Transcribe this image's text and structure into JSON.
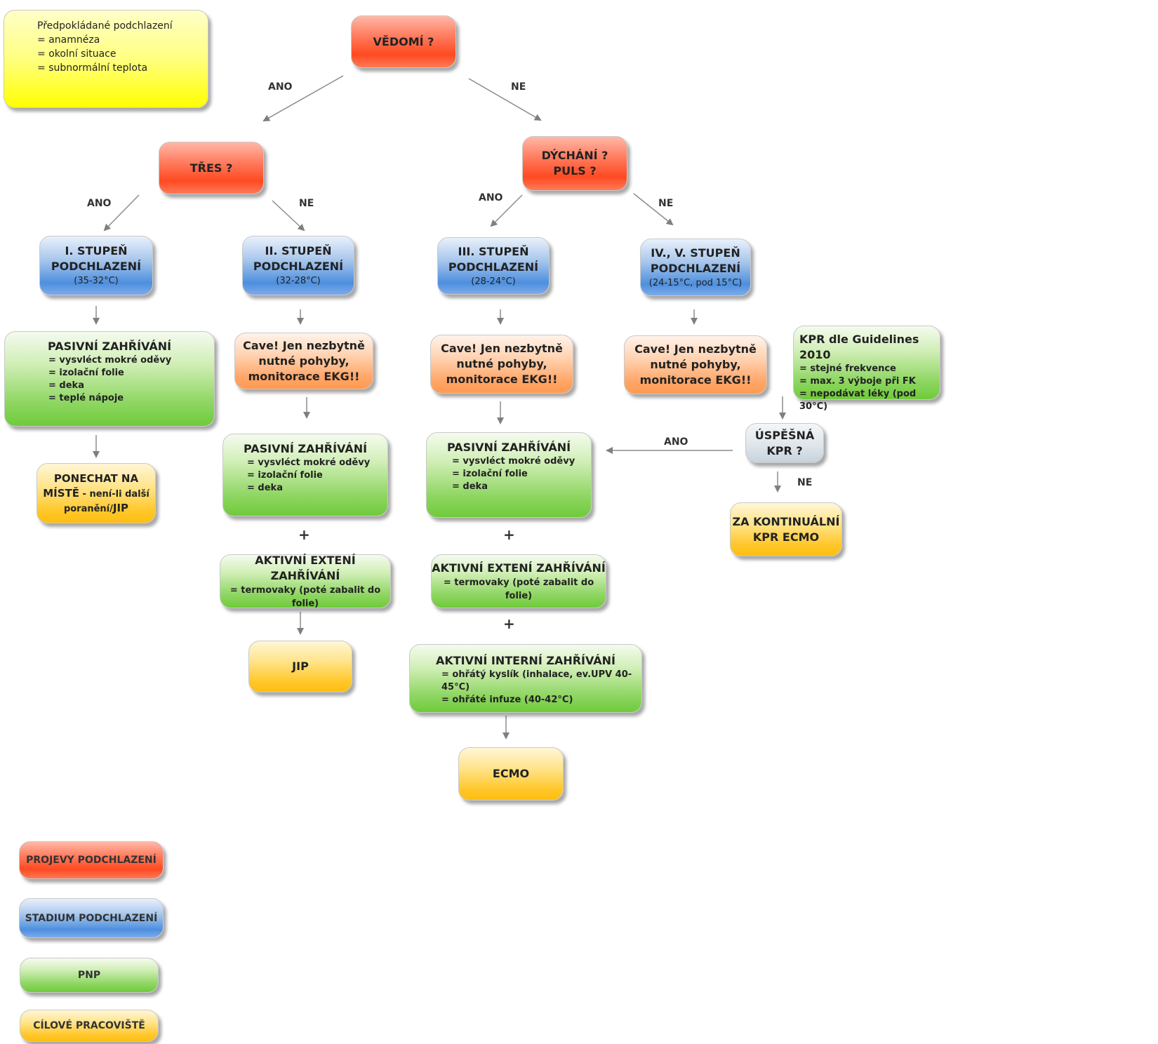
{
  "note": {
    "title": "Předpokládané podchlazení",
    "items": [
      "anamnéza",
      "okolní situace",
      "subnormální teplota"
    ]
  },
  "q_consciousness": "VĚDOMÍ ?",
  "q_shivering": "TŘES ?",
  "q_breathing": {
    "line1": "DÝCHÁNÍ ?",
    "line2": "PULS ?"
  },
  "labels": {
    "yes": "ANO",
    "no": "NE"
  },
  "stage1": {
    "line1": "I. STUPEŇ",
    "line2": "PODCHLAZENÍ",
    "range": "(35-32°C)"
  },
  "stage2": {
    "line1": "II. STUPEŇ",
    "line2": "PODCHLAZENÍ",
    "range": "(32-28°C)"
  },
  "stage3": {
    "line1": "III. STUPEŇ",
    "line2": "PODCHLAZENÍ",
    "range": "(28-24°C)"
  },
  "stage45": {
    "line1": "IV., V. STUPEŇ",
    "line2": "PODCHLAZENÍ",
    "range": "(24-15°C, pod 15°C)"
  },
  "passive1": {
    "title": "PASIVNÍ ZAHŘÍVÁNÍ",
    "items": [
      "vysvléct mokré oděvy",
      "izolační folie",
      "deka",
      "teplé nápoje"
    ]
  },
  "passive2": {
    "title": "PASIVNÍ ZAHŘÍVÁNÍ",
    "items": [
      "vysvléct mokré oděvy",
      "izolační folie",
      "deka"
    ]
  },
  "passive3": {
    "title": "PASIVNÍ ZAHŘÍVÁNÍ",
    "items": [
      "vysvléct mokré oděvy",
      "izolační folie",
      "deka"
    ]
  },
  "cave": {
    "line1": "Cave! Jen nezbytně",
    "line2": "nutné pohyby,",
    "line3": "monitorace EKG!!"
  },
  "leave": {
    "line1": "PONECHAT NA",
    "line2a": "MÍSTĚ",
    "line2b": " - není-li další",
    "line3a": "poranění/",
    "line3b": "JIP"
  },
  "active_ext": {
    "title": "AKTIVNÍ EXTENÍ ZAHŘÍVÁNÍ",
    "item": "= termovaky (poté zabalit do folie)"
  },
  "active_int": {
    "title": "AKTIVNÍ INTERNÍ ZAHŘÍVÁNÍ",
    "items": [
      "ohřátý kyslík (inhalace, ev.UPV 40-45°C)",
      "ohřáté infuze (40-42°C)"
    ]
  },
  "jip": "JIP",
  "ecmo": "ECMO",
  "plus": "+",
  "kpr": {
    "title": "KPR dle Guidelines 2010",
    "items": [
      "stejné frekvence",
      "max. 3 výboje při FK",
      "nepodávat léky (pod 30°C)"
    ]
  },
  "kpr_success": {
    "line1": "ÚSPĚŠNÁ",
    "line2": "KPR ?"
  },
  "kpr_ecmo": {
    "line1": "ZA KONTINUÁLNÍ",
    "line2": "KPR ECMO"
  },
  "legend": {
    "red": "PROJEVY PODCHLAZENÍ",
    "blue": "STADIUM PODCHLAZENÍ",
    "green": "PNP",
    "yellow": "CÍLOVÉ PRACOVIŠTĚ"
  },
  "colors": {
    "red": "#ff4a22",
    "blue": "#4d8fde",
    "green": "#6fcb3a",
    "orange": "#ff9a52",
    "yellow": "#ffbe10",
    "note": "#ffff00",
    "arrow": "#808080"
  }
}
